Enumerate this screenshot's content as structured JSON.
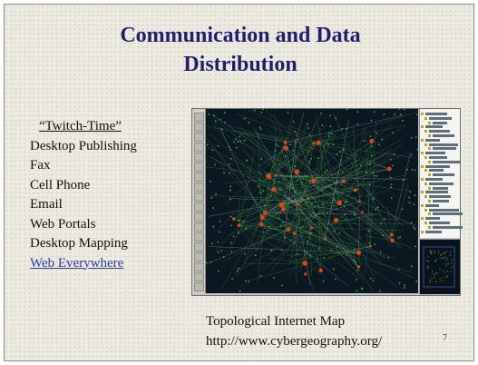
{
  "slide": {
    "title_line1": "Communication and Data",
    "title_line2": "Distribution",
    "list": {
      "heading": "“Twitch-Time”",
      "items": [
        "Desktop Publishing",
        "Fax",
        "Cell Phone",
        "Email",
        "Web Portals",
        "Desktop Mapping"
      ],
      "link": "Web Everywhere"
    },
    "image": {
      "caption_line1": "Topological Internet Map",
      "caption_line2": "http://www.cybergeography.org/"
    },
    "page_number": "7"
  },
  "colors": {
    "title": "#1f1f6e",
    "link": "#2c3e9c",
    "map_background": "#0b1822",
    "map_nodes": "#e0451c",
    "map_links": "#4aa64a",
    "map_dots": "#3fae4a"
  }
}
